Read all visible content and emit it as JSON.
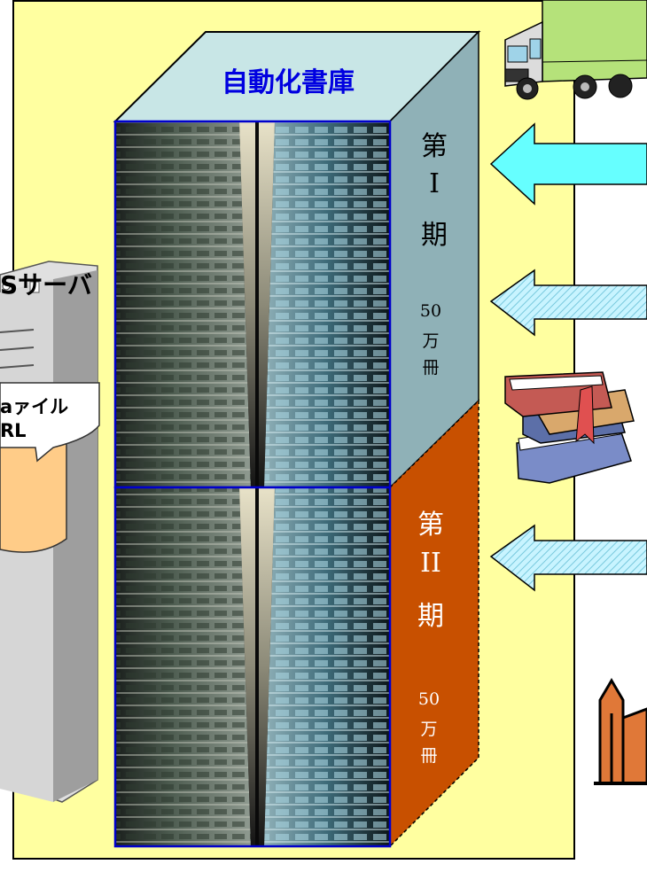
{
  "storage": {
    "title": "自動化書庫",
    "phase1": {
      "kanji_top": "第",
      "numeral": "I",
      "kanji_bottom": "期",
      "count": "50",
      "unit1": "万",
      "unit2": "冊"
    },
    "phase2": {
      "kanji_top": "第",
      "numeral": "II",
      "kanji_bottom": "期",
      "count": "50",
      "unit1": "万",
      "unit2": "冊"
    }
  },
  "server": {
    "title": "Sサーバ",
    "file_label": "ァイル",
    "file_prefix": "a",
    "url_label": "RL"
  },
  "icons": [
    "truck-icon",
    "books-icon",
    "building-icon",
    "server-icon",
    "database-icon",
    "arrow-left-icon"
  ],
  "colors": {
    "background": "#ffffa0",
    "box_top": "#c8e6e6",
    "box_side_top": "#8fb1b7",
    "box_side_bottom": "#c85000",
    "title": "#0000e0",
    "arrow_solid": "#66ffff",
    "arrow_hatched": "#b3f0ff"
  }
}
